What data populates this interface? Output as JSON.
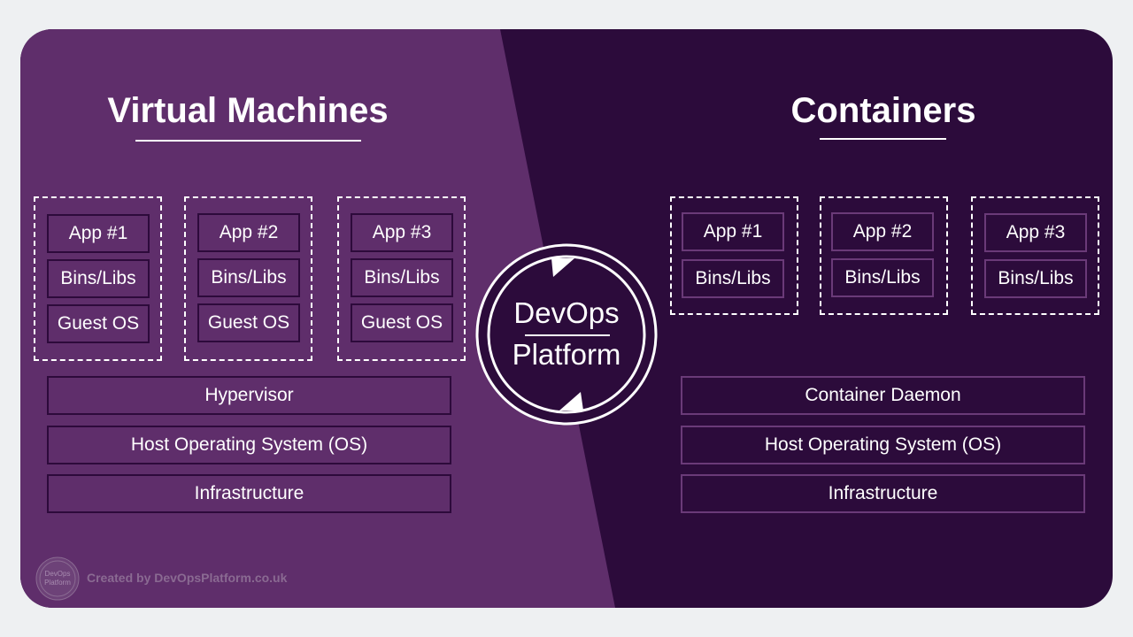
{
  "left": {
    "title": "Virtual Machines",
    "groups": [
      {
        "app": "App #1",
        "libs": "Bins/Libs",
        "os": "Guest OS"
      },
      {
        "app": "App #2",
        "libs": "Bins/Libs",
        "os": "Guest OS"
      },
      {
        "app": "App #3",
        "libs": "Bins/Libs",
        "os": "Guest OS"
      }
    ],
    "layers": [
      "Hypervisor",
      "Host Operating System (OS)",
      "Infrastructure"
    ]
  },
  "right": {
    "title": "Containers",
    "groups": [
      {
        "app": "App #1",
        "libs": "Bins/Libs"
      },
      {
        "app": "App #2",
        "libs": "Bins/Libs"
      },
      {
        "app": "App #3",
        "libs": "Bins/Libs"
      }
    ],
    "layers": [
      "Container Daemon",
      "Host Operating System (OS)",
      "Infrastructure"
    ]
  },
  "logo": {
    "line1": "DevOps",
    "line2": "Platform"
  },
  "footer": {
    "logo_line1": "DevOps",
    "logo_line2": "Platform",
    "text": "Created by DevOpsPlatform.co.uk"
  },
  "colors": {
    "left_bg": "#5f2e6b",
    "right_bg": "#2c0b3b",
    "page_bg": "#eef0f2"
  }
}
